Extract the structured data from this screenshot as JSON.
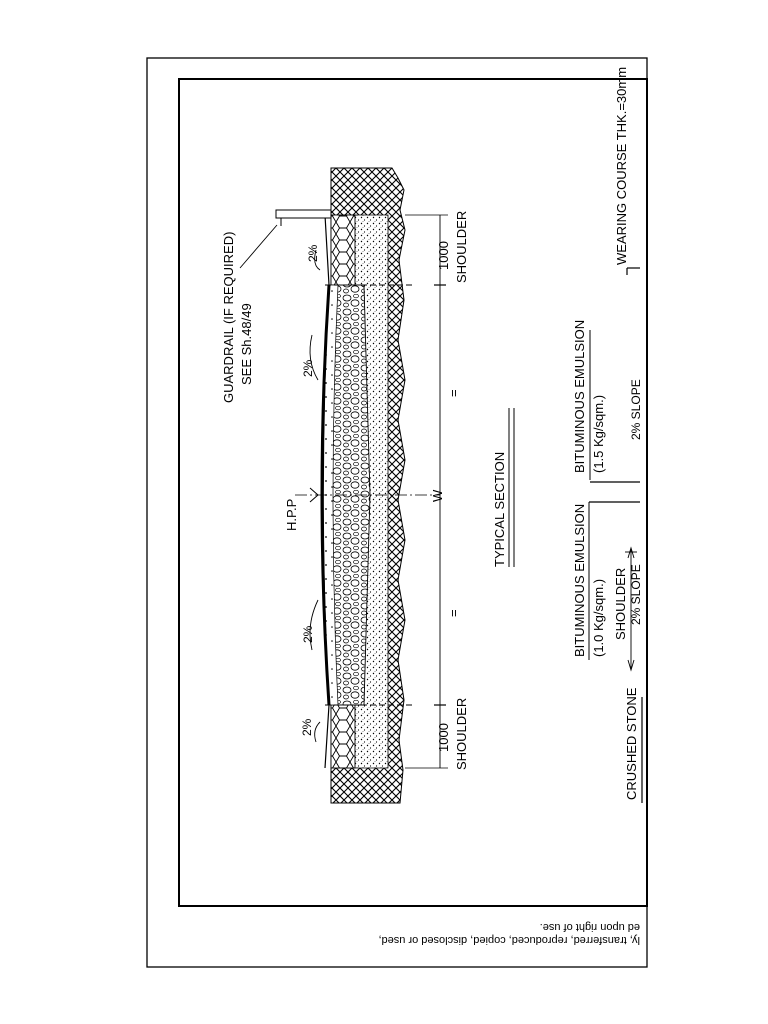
{
  "labels": {
    "guardrail_line1": "GUARDRAIL (IF REQUIRED)",
    "guardrail_line2": "SEE Sh.48/49",
    "shoulder_top": "SHOULDER",
    "shoulder_bottom": "SHOULDER",
    "dim_top": "1000",
    "dim_bottom": "1000",
    "equal_top": "=",
    "equal_bottom": "=",
    "hpp": "H.P.P",
    "centerline": "W",
    "typical_section": "TYPICAL SECTION",
    "slope_1": "2%",
    "slope_2": "2%",
    "slope_3": "2%",
    "slope_4": "2%"
  },
  "legend": {
    "wearing_course": "WEARING COURSE THK.=30mm",
    "bit_emulsion_1_title": "BITUMINOUS EMULSION",
    "bit_emulsion_1_rate": "(1.5 Kg/sqm.)",
    "slope_note_1": "2% SLOPE",
    "bit_emulsion_2_title": "BITUMINOUS EMULSION",
    "bit_emulsion_2_rate": "(1.0 Kg/sqm.)",
    "shoulder_note": "SHOULDER",
    "slope_note_2": "2% SLOPE",
    "crushed_stone": "CRUSHED STONE"
  },
  "footer": {
    "line1": "ly, transferred, reproduced, copied, disclosed or used,",
    "line2": "ed upon right of use."
  }
}
